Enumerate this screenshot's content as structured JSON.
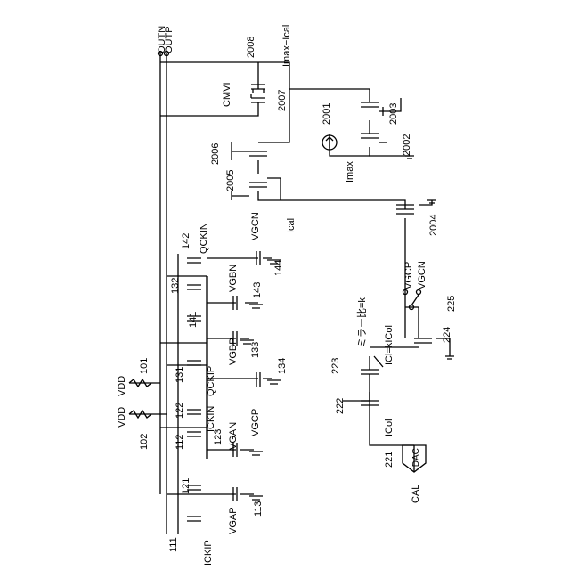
{
  "labels": {
    "outn": "OUTN",
    "outp": "OUTP",
    "imax_ical": "Imax−Ical",
    "cmvi": "CMVI",
    "imax": "Imax",
    "ical": "Ical",
    "qckin": "QCKIN",
    "qckip": "QCKIP",
    "ickin": "ICKIN",
    "ickip": "ICKIP",
    "vgcn_top": "VGCN",
    "vgbn": "VGBN",
    "vgbp": "VGBP",
    "vgcp_left": "VGCP",
    "vgan": "VGAN",
    "vgap": "VGAP",
    "vdd_1": "VDD",
    "vdd_2": "VDD",
    "vgcp_right": "VGCP",
    "vgcn_right": "VGCN",
    "mirror_ratio": "ミラー比=k",
    "icl_formula": "ICl=kICol",
    "icol": "ICol",
    "idac": "IDAC",
    "cal": "CAL"
  },
  "refs": {
    "r2008": "2008",
    "r2007": "2007",
    "r2001": "2001",
    "r2003": "2003",
    "r2002": "2002",
    "r2006": "2006",
    "r2005": "2005",
    "r2004": "2004",
    "r142": "142",
    "r132": "132",
    "r143": "143",
    "r144": "144",
    "r141": "141",
    "r133": "133",
    "r131": "131",
    "r134": "134",
    "r101": "101",
    "r102": "102",
    "r122": "122",
    "r112": "112",
    "r123": "123",
    "r121": "121",
    "r111": "111",
    "r113": "113",
    "r223": "223",
    "r222": "222",
    "r221": "221",
    "r224": "224",
    "r225": "225"
  }
}
